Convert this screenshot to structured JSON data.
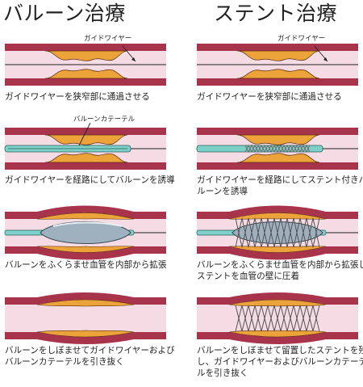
{
  "columns": {
    "left": {
      "title": "バルーン治療",
      "steps": [
        {
          "callout": "ガイドワイヤー",
          "caption": "ガイドワイヤーを狭窄部に通過させる"
        },
        {
          "callout": "バルーンカテーテル",
          "caption": "ガイドワイヤーを経路にしてバルーンを誘導"
        },
        {
          "caption": "バルーンをふくらませ血管を内部から拡張"
        },
        {
          "caption": "バルーンをしぼませてガイドワイヤーおよびバルーンカテーテルを引き抜く"
        }
      ]
    },
    "right": {
      "title": "ステント治療",
      "steps": [
        {
          "callout": "ガイドワイヤー",
          "caption": "ガイドワイヤーを狭窄部に通過させる"
        },
        {
          "caption": "ガイドワイヤーを経路にしてステント付きバルーンを誘導"
        },
        {
          "caption": "バルーンをふくらませ血管を内部から拡張しステントを血管の壁に圧着"
        },
        {
          "caption": "バルーンをしぼませて留置したステントを残し、ガイドワイヤーおよびバルーンカテーテルを引き抜く"
        }
      ]
    }
  },
  "colors": {
    "vessel_wall": "#a8344c",
    "vessel_lumen": "#f4dbe4",
    "plaque": "#eba33a",
    "balloon": "#9fb1bf",
    "catheter": "#7ed0c9",
    "stent": "#6d6d6d"
  }
}
